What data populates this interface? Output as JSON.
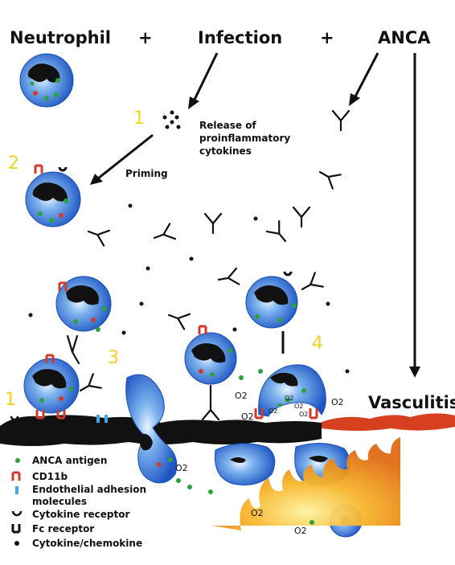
{
  "header": {
    "neutrophil": "Neutrophil",
    "plus_1": "+",
    "infection": "Infection",
    "plus_2": "+",
    "anca": "ANCA"
  },
  "labels": {
    "release_line1": "Release of",
    "release_line2": "proinflammatory",
    "release_line3": "cytokines",
    "priming": "Priming",
    "vasculitis": "Vasculitis"
  },
  "steps": {
    "step1_top": "1",
    "step2": "2",
    "step3": "3",
    "step4": "4",
    "step1_bottom": "1"
  },
  "oxygen_labels": [
    "O2",
    "O2",
    "O2",
    "O2",
    "O2",
    "O2",
    "O2",
    "O2",
    "O2",
    "O2"
  ],
  "legend": {
    "items": [
      {
        "label": "ANCA antigen",
        "icon": "green-dot-icon"
      },
      {
        "label": "CD11b",
        "icon": "red-bracket-icon"
      },
      {
        "label": "Endothelial adhesion",
        "icon": "blue-bar-icon"
      },
      {
        "label": "molecules",
        "icon": ""
      },
      {
        "label": "Cytokine receptor",
        "icon": "cup-icon"
      },
      {
        "label": "Fc receptor",
        "icon": "fc-receptor-icon"
      },
      {
        "label": "Cytokine/chemokine",
        "icon": "black-dot-icon"
      }
    ]
  },
  "colors": {
    "cell_blue": "#2f6fd6",
    "cell_highlight": "#d6ecff",
    "antigen_green": "#2aa33a",
    "cd11b_red": "#d43a2a",
    "adhesion_blue": "#3fa8e8",
    "step_yellow": "#f2d21a",
    "vessel_red": "#d6401e",
    "fire_orange": "#f39a1d"
  }
}
